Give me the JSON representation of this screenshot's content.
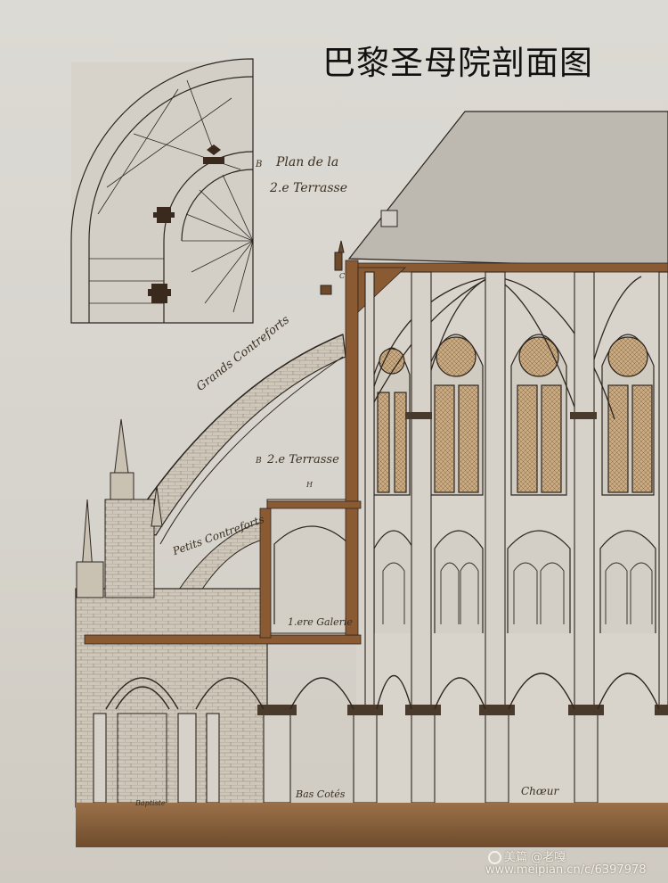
{
  "title": "巴黎圣母院剖面图",
  "labels": {
    "plan_b": "B",
    "plan_line1": "Plan de la",
    "plan_line2": "2.e Terrasse",
    "grands_contreforts": "Grands Contreforts",
    "terrasse_b": "B",
    "terrasse": "2.e Terrasse",
    "petits_contreforts": "Petits Contreforts",
    "galerie": "1.ere Galerie",
    "bas_cotes": "Bas Cotés",
    "choeur": "Chœur",
    "mark_c": "C",
    "mark_h": "H",
    "signature": "Baptiste"
  },
  "watermark": {
    "brand": "美篇 @老嘎",
    "url": "www.meipian.cn/c/6397978"
  },
  "colors": {
    "paper": "#d9d6cf",
    "ink": "#2e2620",
    "stone": "#cbc4b5",
    "glass": "#c7a980",
    "wood": "#8a5a33",
    "ground": "#8c6440"
  }
}
